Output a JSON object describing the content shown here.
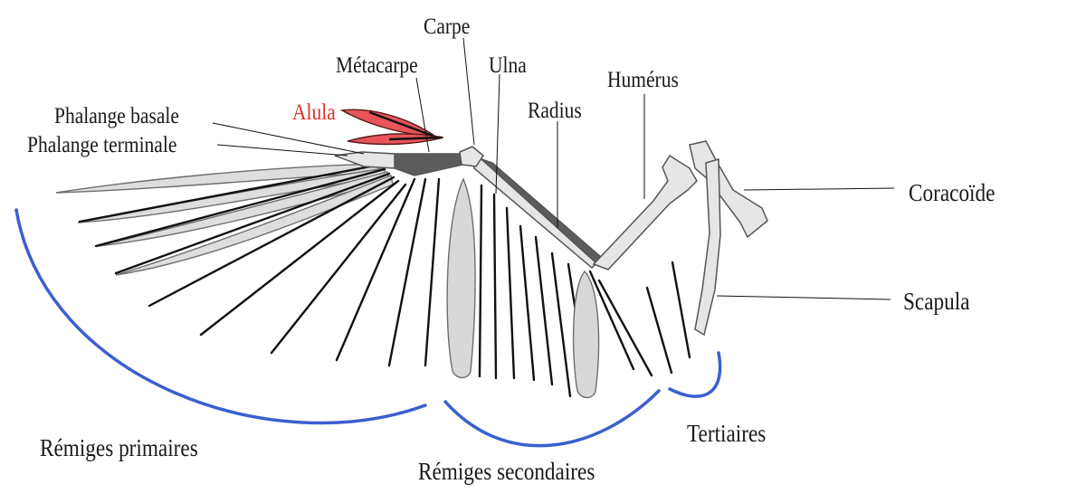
{
  "labels": {
    "carpe": "Carpe",
    "metacarpe": "Métacarpe",
    "ulna": "Ulna",
    "humerus": "Humérus",
    "radius": "Radius",
    "alula": "Alula",
    "phalange_basale": "Phalange basale",
    "phalange_terminale": "Phalange terminale",
    "coracoide": "Coracoïde",
    "scapula": "Scapula",
    "tertiaires": "Tertiaires",
    "remiges_primaires": "Rémiges primaires",
    "remiges_secondaires": "Rémiges secondaires"
  },
  "colors": {
    "bone_fill": "#e6e6e6",
    "bone_dark": "#5c5c5c",
    "feather_fill": "#dedede",
    "alula_fill": "#e8545a",
    "bracket": "#3a5fcf",
    "line": "#111111"
  }
}
